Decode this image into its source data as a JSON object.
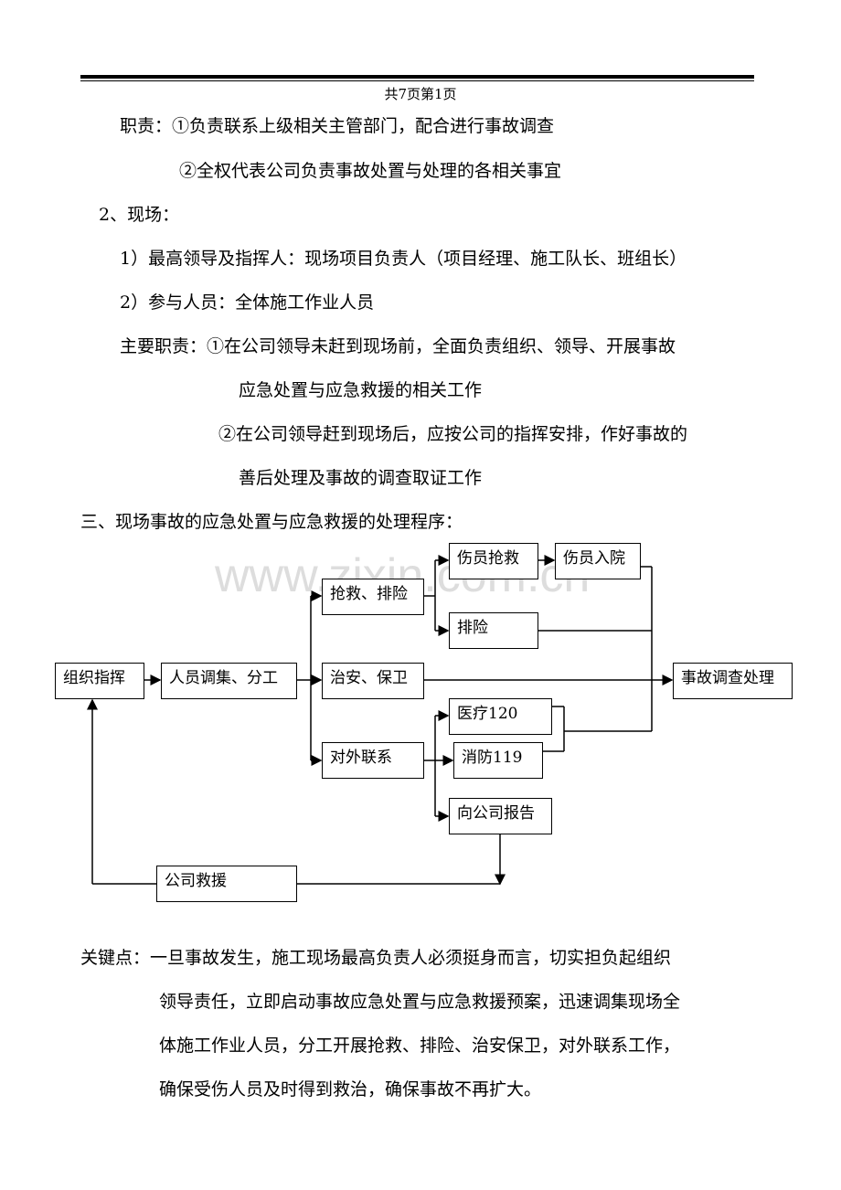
{
  "header": {
    "page_info": "共7页第1页"
  },
  "paragraphs": [
    "职责：①负责联系上级相关主管部门，配合进行事故调查",
    "②全权代表公司负责事故处置与处理的各相关事宜",
    "2、现场：",
    "1）最高领导及指挥人：现场项目负责人（项目经理、施工队长、班组长）",
    "2）参与人员：全体施工作业人员",
    "主要职责：①在公司领导未赶到现场前，全面负责组织、领导、开展事故",
    "应急处置与应急救援的相关工作",
    "②在公司领导赶到现场后，应按公司的指挥安排，作好事故的",
    "善后处理及事故的调查取证工作",
    "三、现场事故的应急处置与应急救援的处理程序："
  ],
  "flowchart": {
    "command": "组织指挥",
    "assemble": "人员调集、分工",
    "rescue": "抢救、排险",
    "security": "治安、保卫",
    "external": "对外联系",
    "injured_rescue": "伤员抢救",
    "hospital": "伤员入院",
    "hazard": "排险",
    "investigation": "事故调查处理",
    "medical": "医疗120",
    "fire": "消防119",
    "report": "向公司报告",
    "company_rescue": "公司救援"
  },
  "watermark": "www.zixin.com.cn",
  "key_points": [
    "关键点：一旦事故发生，施工现场最高负责人必须挺身而言，切实担负起组织",
    "领导责任，立即启动事故应急处置与应急救援预案，迅速调集现场全",
    "体施工作业人员，分工开展抢救、排险、治安保卫，对外联系工作，",
    "确保受伤人员及时得到救治，确保事故不再扩大。"
  ]
}
